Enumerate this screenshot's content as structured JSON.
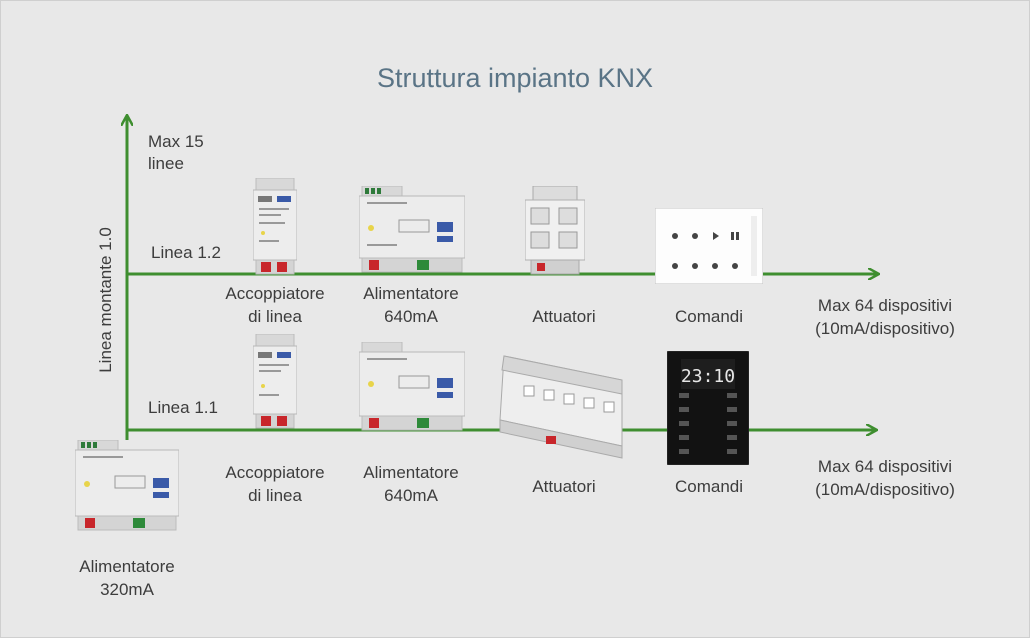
{
  "title": "Struttura impianto KNX",
  "backbone": {
    "label": "Linea montante 1.0",
    "max_label_1": "Max 15",
    "max_label_2": "linee"
  },
  "line_upper": {
    "label": "Linea 1.2",
    "coupler_1": "Accoppiatore",
    "coupler_2": "di linea",
    "psu_1": "Alimentatore",
    "psu_2": "640mA",
    "actuators": "Attuatori",
    "controls": "Comandi",
    "max_1": "Max 64 dispositivi",
    "max_2": "(10mA/dispositivo)"
  },
  "line_lower": {
    "label": "Linea 1.1",
    "coupler_1": "Accoppiatore",
    "coupler_2": "di linea",
    "psu_1": "Alimentatore",
    "psu_2": "640mA",
    "actuators": "Attuatori",
    "controls": "Comandi",
    "max_1": "Max 64 dispositivi",
    "max_2": "(10mA/dispositivo)",
    "clock": "23:10"
  },
  "main_psu": {
    "label_1": "Alimentatore",
    "label_2": "320mA"
  },
  "colors": {
    "line_green": "#3e8e2f",
    "title_blue": "#5a7486"
  }
}
